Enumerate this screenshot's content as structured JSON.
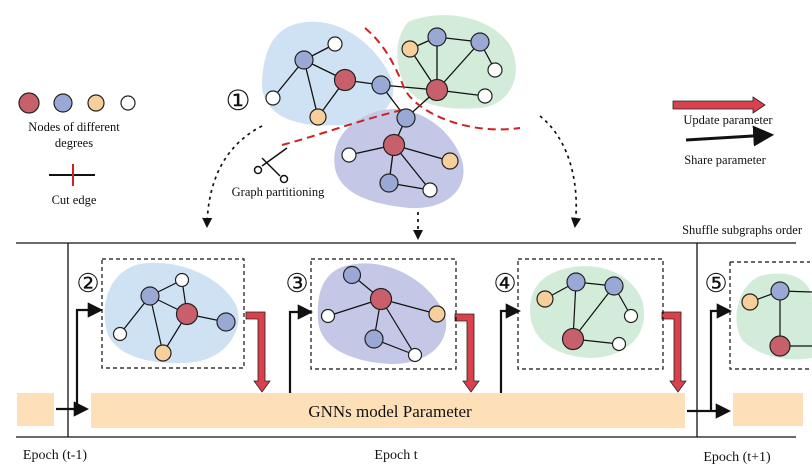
{
  "legend": {
    "nodes_label_line1": "Nodes of different",
    "nodes_label_line2": "degrees",
    "cut_edge_label": "Cut edge",
    "update_label": "Update parameter",
    "share_label": "Share parameter",
    "node_colors": [
      "#c8606b",
      "#9aa8d6",
      "#f6cf9a",
      "#ffffff"
    ]
  },
  "partition": {
    "step": "①",
    "label": "Graph partitioning",
    "icon": "scissors-icon"
  },
  "timeline": {
    "shuffle_label": "Shuffle subgraphs order",
    "param_label": "GNNs model Parameter",
    "epoch_prev": "Epoch (t-1)",
    "epoch_curr": "Epoch t",
    "epoch_next": "Epoch (t+1)"
  },
  "steps": [
    "②",
    "③",
    "④",
    "⑤"
  ],
  "colors": {
    "blue_region": "#cfe2f4",
    "green_region": "#d3ebd9",
    "purple_region": "#c4c8e6",
    "param_bar": "#fde0b7",
    "update_arrow": "#d9424c",
    "cut_edge": "#cc2222"
  }
}
